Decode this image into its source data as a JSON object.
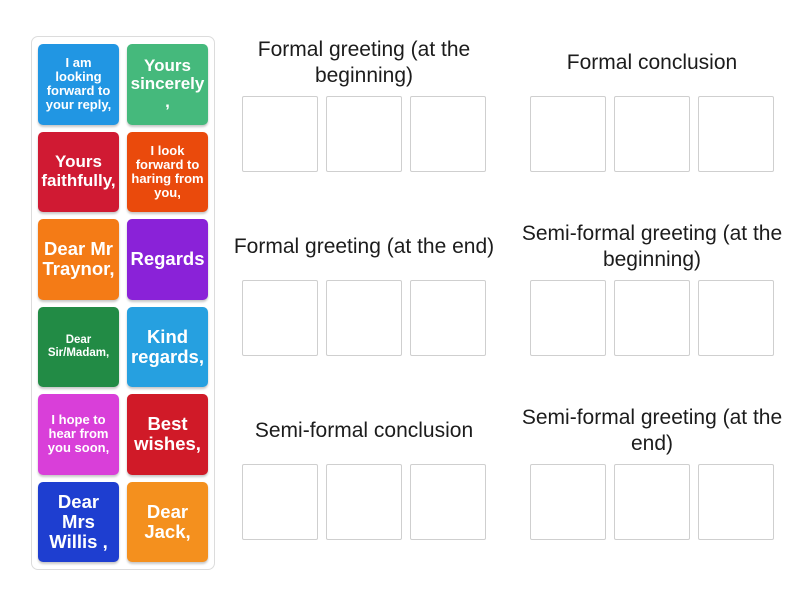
{
  "activity": {
    "type": "group-sort-drag-and-drop",
    "background_color": "#ffffff"
  },
  "tile_panel": {
    "name": "draggable-word-bank",
    "border_color": "#dcdcdc",
    "tiles": [
      {
        "label": "I am looking forward to your reply,",
        "color": "#2196e3",
        "size": "fs-s"
      },
      {
        "label": "Yours sincerely,",
        "color": "#45b97c",
        "size": "fs-l"
      },
      {
        "label": "Yours faithfully,",
        "color": "#d01a33",
        "size": "fs-l"
      },
      {
        "label": "I look forward to haring from you,",
        "color": "#ea4a0c",
        "size": "fs-s"
      },
      {
        "label": "Dear Mr Traynor,",
        "color": "#f47b16",
        "size": "fs-xl"
      },
      {
        "label": "Regards",
        "color": "#8a22d8",
        "size": "fs-xl"
      },
      {
        "label": "Dear Sir/Madam,",
        "color": "#228b45",
        "size": "fs-xs"
      },
      {
        "label": "Kind regards,",
        "color": "#26a0e0",
        "size": "fs-xl"
      },
      {
        "label": "I hope to hear from you soon,",
        "color": "#d93fd9",
        "size": "fs-s"
      },
      {
        "label": "Best wishes,",
        "color": "#d01a28",
        "size": "fs-xl"
      },
      {
        "label": "Dear Mrs Willis ,",
        "color": "#1e3ed0",
        "size": "fs-xl"
      },
      {
        "label": "Dear Jack,",
        "color": "#f4901e",
        "size": "fs-xl"
      }
    ]
  },
  "categories": [
    {
      "title": "Formal greeting (at the beginning)",
      "slot_count": 3,
      "slots": [
        "",
        "",
        ""
      ]
    },
    {
      "title": "Formal conclusion",
      "slot_count": 3,
      "slots": [
        "",
        "",
        ""
      ]
    },
    {
      "title": "Formal greeting (at the end)",
      "slot_count": 3,
      "slots": [
        "",
        "",
        ""
      ]
    },
    {
      "title": "Semi-formal greeting (at the beginning)",
      "slot_count": 3,
      "slots": [
        "",
        "",
        ""
      ]
    },
    {
      "title": "Semi-formal conclusion",
      "slot_count": 3,
      "slots": [
        "",
        "",
        ""
      ]
    },
    {
      "title": "Semi-formal greeting (at the end)",
      "slot_count": 3,
      "slots": [
        "",
        "",
        ""
      ]
    }
  ],
  "slot_style": {
    "border_color": "#cfcfcf",
    "fill_color": "#ffffff"
  }
}
